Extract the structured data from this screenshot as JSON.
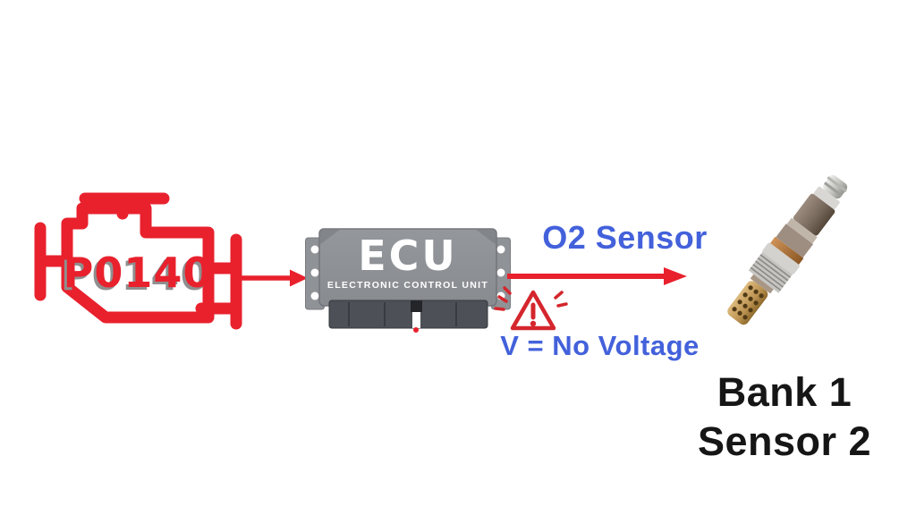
{
  "engine": {
    "icon": "check-engine-icon",
    "code": "P0140",
    "color": "#E8212D",
    "code_shadow_color": "#8F8F8F"
  },
  "ecu": {
    "title": "ECU",
    "subtitle": "ELECTRONIC CONTROL UNIT",
    "body_color": "#8E9196",
    "connector_color": "#4D5056"
  },
  "connections": {
    "engine_to_ecu": {
      "type": "arrow",
      "color": "#E8212D"
    },
    "ecu_to_sensor": {
      "type": "arrow",
      "color": "#E8212D",
      "label": "O2 Sensor"
    }
  },
  "fault": {
    "icon": "alert-triangle-icon",
    "icon_color": "#D5262D",
    "label": "V = No Voltage",
    "label_color": "#4361DB"
  },
  "sensor": {
    "image": "oxygen-sensor-photo",
    "caption_line1": "Bank 1",
    "caption_line2": "Sensor 2",
    "caption_color": "#161616"
  }
}
